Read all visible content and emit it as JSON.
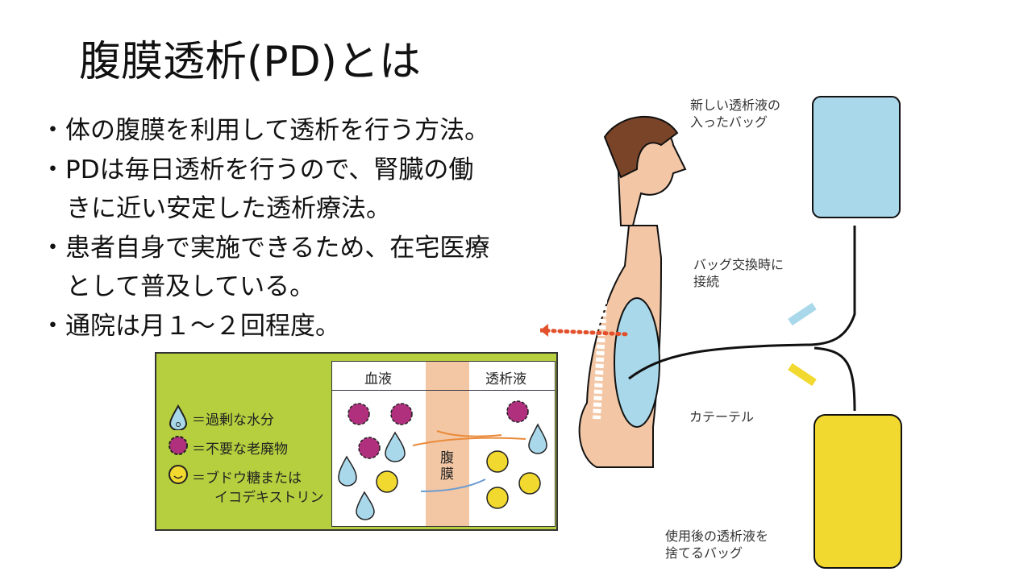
{
  "title": "腹膜透析(PD)とは",
  "bullets": [
    {
      "text": "・体の腹膜を利用して透析を行う方法。"
    },
    {
      "text": "・PDは毎日透析を行うので、腎臓の働",
      "cont": "きに近い安定した透析療法。"
    },
    {
      "text": "・患者自身で実施できるため、在宅医療",
      "cont": "として普及している。"
    },
    {
      "text": "・通院は月１～２回程度。"
    }
  ],
  "diagram": {
    "legend": [
      {
        "icon": "water-drop-icon",
        "label": "＝過剰な水分"
      },
      {
        "icon": "waste-icon",
        "label": "＝不要な老廃物"
      },
      {
        "icon": "glucose-smiley-icon",
        "label": "＝ブドウ糖または",
        "cont": "イコデキストリン"
      }
    ],
    "blood_label": "血液",
    "dialysate_label": "透析液",
    "membrane_label": "腹膜"
  },
  "illustration": {
    "new_bag_label": [
      "新しい透析液の",
      "入ったバッグ"
    ],
    "connect_label": [
      "バッグ交換時に",
      "接続"
    ],
    "catheter_label": "カテーテル",
    "used_bag_label": [
      "使用後の透析液を",
      "捨てるバッグ"
    ]
  },
  "colors": {
    "green": "#b6cf3e",
    "blue_fluid": "#a9d8ea",
    "yellow_fluid": "#f2d92f",
    "skin": "#f3c7a6",
    "waste": "#b0307e"
  }
}
